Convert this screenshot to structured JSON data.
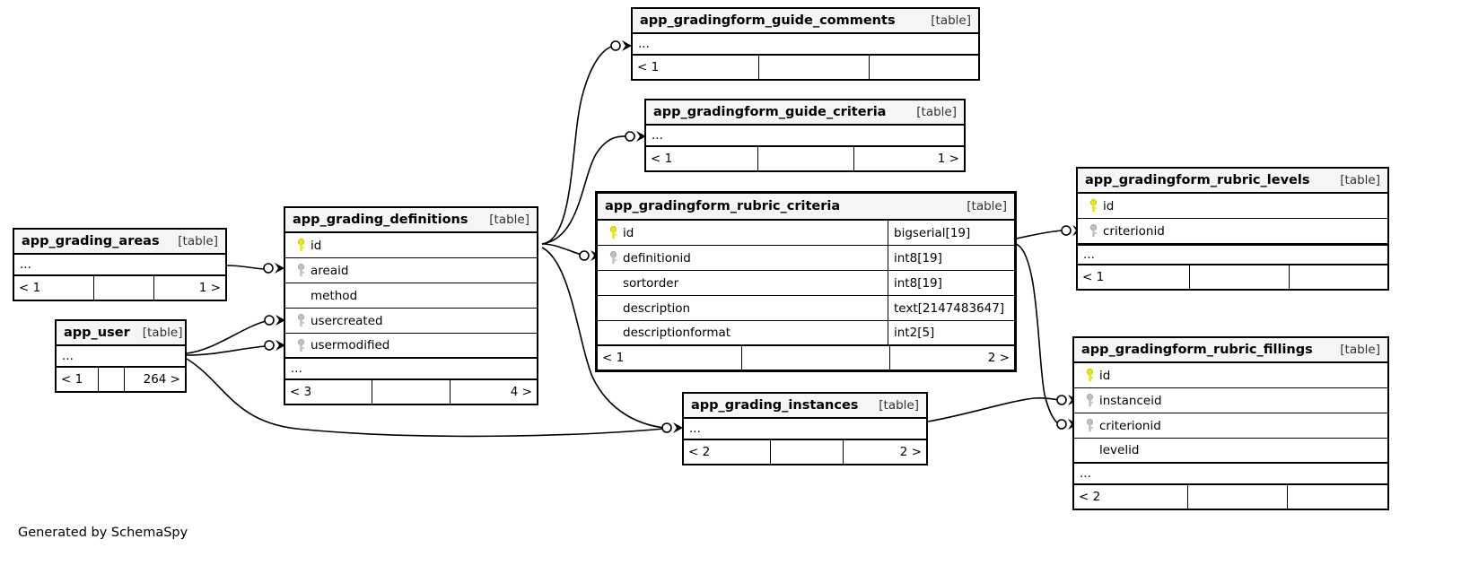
{
  "diagram": {
    "caption": "Generated by SchemaSpy",
    "table_kind_label": "[table]",
    "ellipsis": "...",
    "colors": {
      "primary_key": "#e8e800",
      "foreign_key": "#bfbfbf",
      "header_bg": "#f5f5f5",
      "border": "#000000",
      "background": "#ffffff"
    }
  },
  "tables": [
    {
      "id": "app_grading_areas",
      "name": "app_grading_areas",
      "kind": "[table]",
      "columns": [],
      "has_ellipsis": true,
      "footer": {
        "left": "< 1",
        "middle": "",
        "right": "1 >"
      }
    },
    {
      "id": "app_user",
      "name": "app_user",
      "kind": "[table]",
      "columns": [],
      "has_ellipsis": true,
      "footer": {
        "left": "< 1",
        "middle": "",
        "right": "264 >"
      }
    },
    {
      "id": "app_grading_definitions",
      "name": "app_grading_definitions",
      "kind": "[table]",
      "columns": [
        {
          "name": "id",
          "key": "primary",
          "type": ""
        },
        {
          "name": "areaid",
          "key": "foreign",
          "type": ""
        },
        {
          "name": "method",
          "key": "none",
          "type": ""
        },
        {
          "name": "usercreated",
          "key": "foreign",
          "type": ""
        },
        {
          "name": "usermodified",
          "key": "foreign",
          "type": ""
        }
      ],
      "has_ellipsis": true,
      "footer": {
        "left": "< 3",
        "middle": "",
        "right": "4 >"
      }
    },
    {
      "id": "app_gradingform_guide_comments",
      "name": "app_gradingform_guide_comments",
      "kind": "[table]",
      "columns": [],
      "has_ellipsis": true,
      "footer": {
        "left": "< 1",
        "middle": "",
        "right": ""
      }
    },
    {
      "id": "app_gradingform_guide_criteria",
      "name": "app_gradingform_guide_criteria",
      "kind": "[table]",
      "columns": [],
      "has_ellipsis": true,
      "footer": {
        "left": "< 1",
        "middle": "",
        "right": "1 >"
      }
    },
    {
      "id": "app_gradingform_rubric_criteria",
      "name": "app_gradingform_rubric_criteria",
      "kind": "[table]",
      "columns": [
        {
          "name": "id",
          "key": "primary",
          "type": "bigserial[19]"
        },
        {
          "name": "definitionid",
          "key": "foreign",
          "type": "int8[19]"
        },
        {
          "name": "sortorder",
          "key": "none",
          "type": "int8[19]"
        },
        {
          "name": "description",
          "key": "none",
          "type": "text[2147483647]"
        },
        {
          "name": "descriptionformat",
          "key": "none",
          "type": "int2[5]"
        }
      ],
      "has_ellipsis": false,
      "footer": {
        "left": "< 1",
        "middle": "",
        "right": "2 >"
      }
    },
    {
      "id": "app_grading_instances",
      "name": "app_grading_instances",
      "kind": "[table]",
      "columns": [],
      "has_ellipsis": true,
      "footer": {
        "left": "< 2",
        "middle": "",
        "right": "2 >"
      }
    },
    {
      "id": "app_gradingform_rubric_levels",
      "name": "app_gradingform_rubric_levels",
      "kind": "[table]",
      "columns": [
        {
          "name": "id",
          "key": "primary",
          "type": ""
        },
        {
          "name": "criterionid",
          "key": "foreign",
          "type": ""
        }
      ],
      "has_ellipsis": true,
      "footer": {
        "left": "< 1",
        "middle": "",
        "right": ""
      }
    },
    {
      "id": "app_gradingform_rubric_fillings",
      "name": "app_gradingform_rubric_fillings",
      "kind": "[table]",
      "columns": [
        {
          "name": "id",
          "key": "primary",
          "type": ""
        },
        {
          "name": "instanceid",
          "key": "foreign",
          "type": ""
        },
        {
          "name": "criterionid",
          "key": "foreign",
          "type": ""
        },
        {
          "name": "levelid",
          "key": "none",
          "type": ""
        }
      ],
      "has_ellipsis": true,
      "footer": {
        "left": "< 2",
        "middle": "",
        "right": ""
      }
    }
  ]
}
